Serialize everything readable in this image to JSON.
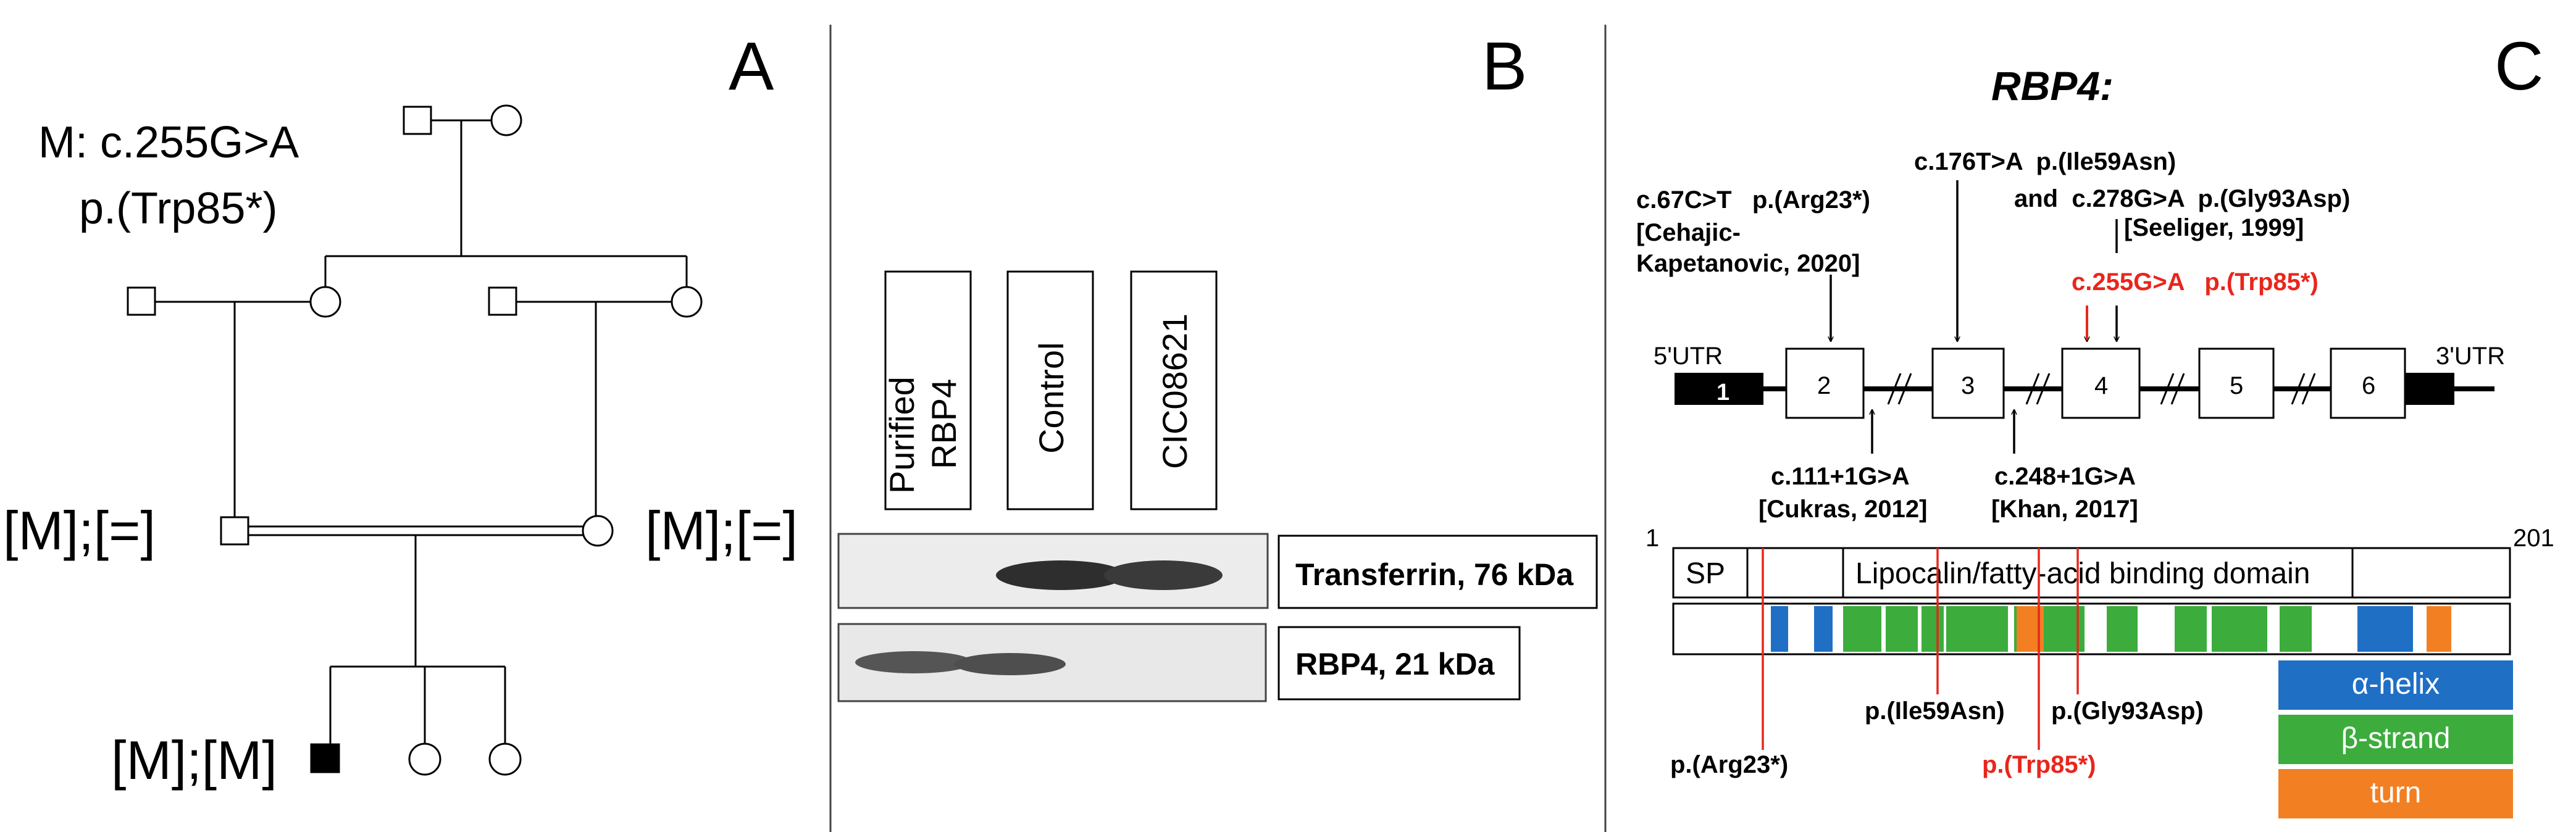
{
  "panels": {
    "a": "A",
    "b": "B",
    "c": "C"
  },
  "pedigree": {
    "mutation_cdna": "M: c.255G>A",
    "mutation_protein": "p.(Trp85*)",
    "genotype_father": "[M];[=]",
    "genotype_mother": "[M];[=]",
    "genotype_proband": "[M];[M]"
  },
  "western_blot": {
    "lanes": [
      "Purified RBP4",
      "Control",
      "CIC08621"
    ],
    "lane_lines": [
      [
        "Purified",
        "RBP4"
      ],
      [
        "Control"
      ],
      [
        "CIC08621"
      ]
    ],
    "bands": {
      "transferrin": "Transferrin, 76 kDa",
      "rbp4": "RBP4, 21 kDa"
    }
  },
  "gene": {
    "title": "RBP4:",
    "utr5": "5'UTR",
    "utr3": "3'UTR",
    "exons": [
      "1",
      "2",
      "3",
      "4",
      "5",
      "6"
    ],
    "variants": {
      "v1_line1": "c.67C>T   p.(Arg23*)",
      "v1_cite1": "[Cehajic-",
      "v1_cite2": "Kapetanovic, 2020]",
      "v2_line1": "c.176T>A  p.(Ile59Asn)",
      "v2_line2": "and  c.278G>A  p.(Gly93Asp)",
      "v2_cite": "[Seeliger, 1999]",
      "v3_line1": "c.255G>A   p.(Trp85*)",
      "v4_line1": "c.111+1G>A",
      "v4_cite": "[Cukras, 2012]",
      "v5_line1": "c.248+1G>A",
      "v5_cite": "[Khan, 2017]"
    }
  },
  "protein": {
    "start": "1",
    "end": "201",
    "domain_sp": "SP",
    "domain_lipocalin": "Lipocalin/fatty-acid binding domain",
    "mut_arg23": "p.(Arg23*)",
    "mut_ile59": "p.(Ile59Asn)",
    "mut_gly93": "p.(Gly93Asp)",
    "mut_trp85": "p.(Trp85*)",
    "legend": [
      {
        "label": "α-helix",
        "color": "#1f6fc5"
      },
      {
        "label": "β-strand",
        "color": "#3cac3c"
      },
      {
        "label": "turn",
        "color": "#f28022"
      }
    ]
  },
  "colors": {
    "mutation_red": "#e8261c",
    "helix": "#1f6fc5",
    "strand": "#3cac3c",
    "turn": "#f28022"
  }
}
